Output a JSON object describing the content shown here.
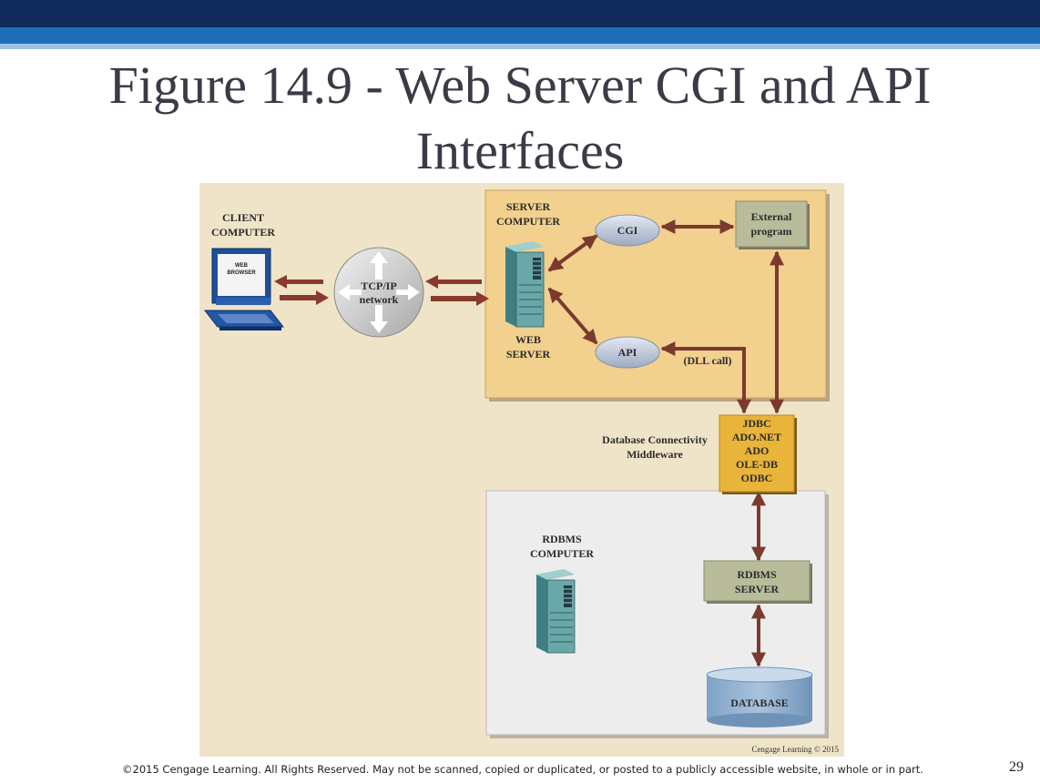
{
  "slide": {
    "title_line1": "Figure 14.9 - Web Server CGI and API",
    "title_line2": "Interfaces",
    "footer": "©2015 Cengage Learning. All Rights Reserved. May not be scanned, copied or duplicated, or posted to a publicly accessible website, in whole or in part.",
    "page_number": "29"
  },
  "diagram": {
    "client": {
      "line1": "CLIENT",
      "line2": "COMPUTER",
      "screen_line1": "WEB",
      "screen_line2": "BROWSER"
    },
    "network": {
      "line1": "TCP/IP",
      "line2": "network"
    },
    "server": {
      "line1": "SERVER",
      "line2": "COMPUTER",
      "web_line1": "WEB",
      "web_line2": "SERVER"
    },
    "cgi": "CGI",
    "api": "API",
    "external": {
      "line1": "External",
      "line2": "program"
    },
    "dll_call": "(DLL call)",
    "middleware": {
      "label_line1": "Database Connectivity",
      "label_line2": "Middleware",
      "items": [
        "JDBC",
        "ADO.NET",
        "ADO",
        "OLE-DB",
        "ODBC"
      ]
    },
    "rdbms": {
      "line1": "RDBMS",
      "line2": "COMPUTER",
      "server_line1": "RDBMS",
      "server_line2": "SERVER"
    },
    "database": "DATABASE",
    "credit": "Cengage Learning © 2015"
  },
  "colors": {
    "background": "#f0e4c8",
    "server_panel": "#f2d08e",
    "rdbms_panel": "#ededed",
    "arrow": "#7b3a2e",
    "oval": "#b8c4d8",
    "box": "#b9bc9a",
    "middleware": "#e8b43a",
    "server_tower": "#6aa7a8"
  }
}
